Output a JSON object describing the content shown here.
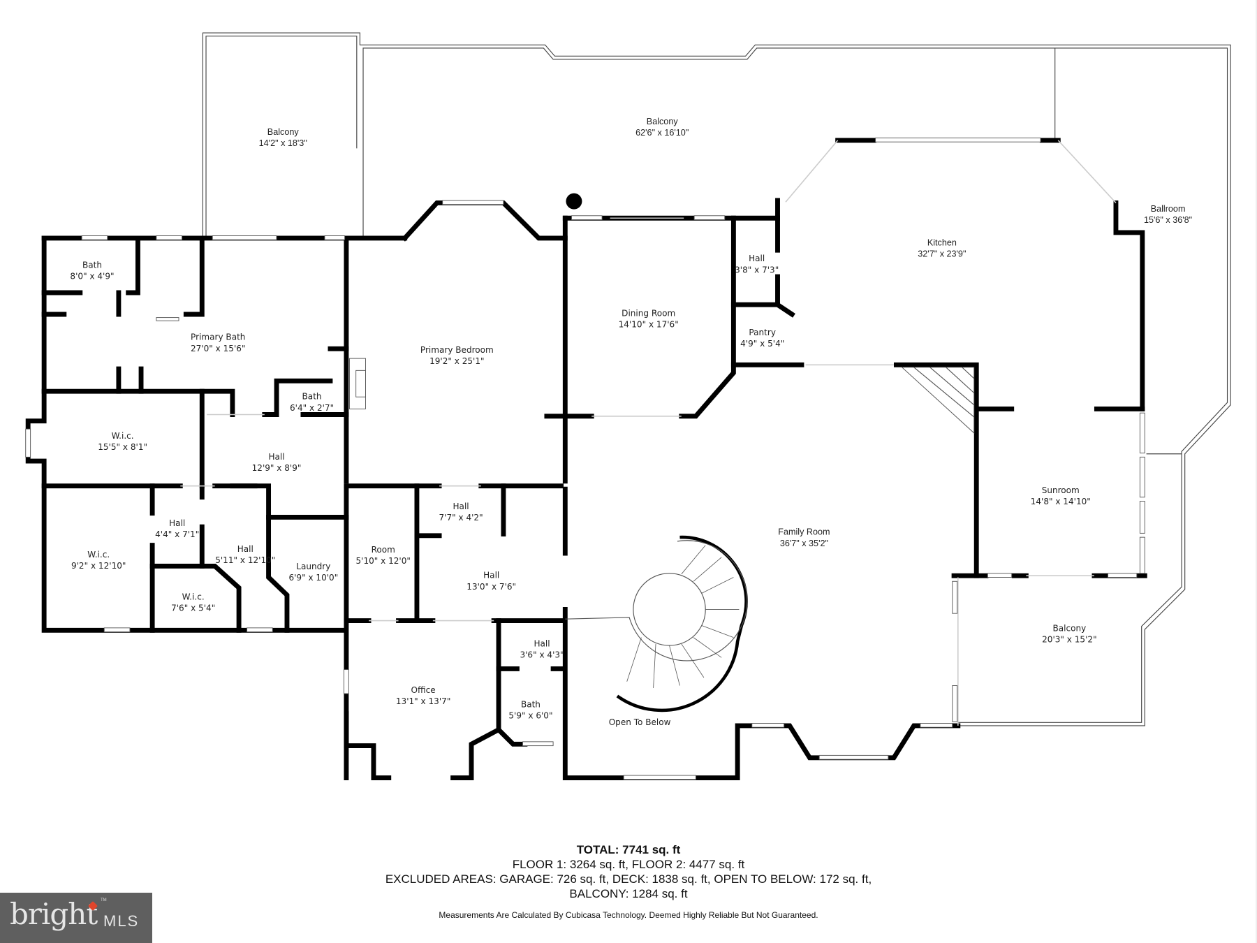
{
  "rooms": {
    "balcony_nw": {
      "name": "Balcony",
      "dim": "14'2\" x 18'3\""
    },
    "balcony_n": {
      "name": "Balcony",
      "dim": "62'6\" x 16'10\""
    },
    "ballroom": {
      "name": "Ballroom",
      "dim": "15'6\" x 36'8\""
    },
    "bath_nw": {
      "name": "Bath",
      "dim": "8'0\" x 4'9\""
    },
    "primary_bath": {
      "name": "Primary Bath",
      "dim": "27'0\" x 15'6\""
    },
    "bath_small": {
      "name": "Bath",
      "dim": "6'4\" x 2'7\""
    },
    "primary_bedroom": {
      "name": "Primary Bedroom",
      "dim": "19'2\" x 25'1\""
    },
    "dining_room": {
      "name": "Dining Room",
      "dim": "14'10\" x 17'6\""
    },
    "hall_kitchen": {
      "name": "Hall",
      "dim": "3'8\" x 7'3\""
    },
    "pantry": {
      "name": "Pantry",
      "dim": "4'9\" x 5'4\""
    },
    "kitchen": {
      "name": "Kitchen",
      "dim": "32'7\" x 23'9\""
    },
    "wic_large": {
      "name": "W.i.c.",
      "dim": "15'5\" x 8'1\""
    },
    "hall_center": {
      "name": "Hall",
      "dim": "12'9\" x 8'9\""
    },
    "wic_left": {
      "name": "W.i.c.",
      "dim": "9'2\" x 12'10\""
    },
    "hall_small": {
      "name": "Hall",
      "dim": "4'4\" x 7'1\""
    },
    "hall_long": {
      "name": "Hall",
      "dim": "5'11\" x 12'10\""
    },
    "wic_small": {
      "name": "W.i.c.",
      "dim": "7'6\" x 5'4\""
    },
    "laundry": {
      "name": "Laundry",
      "dim": "6'9\" x 10'0\""
    },
    "room": {
      "name": "Room",
      "dim": "5'10\" x 12'0\""
    },
    "hall_upper": {
      "name": "Hall",
      "dim": "7'7\" x 4'2\""
    },
    "hall_lower": {
      "name": "Hall",
      "dim": "13'0\" x 7'6\""
    },
    "hall_bath": {
      "name": "Hall",
      "dim": "3'6\" x 4'3\""
    },
    "office": {
      "name": "Office",
      "dim": "13'1\" x 13'7\""
    },
    "bath_office": {
      "name": "Bath",
      "dim": "5'9\" x 6'0\""
    },
    "open_to_below": {
      "name": "Open To Below",
      "dim": ""
    },
    "family_room": {
      "name": "Family Room",
      "dim": "36'7\" x 35'2\""
    },
    "sunroom": {
      "name": "Sunroom",
      "dim": "14'8\" x 14'10\""
    },
    "balcony_se": {
      "name": "Balcony",
      "dim": "20'3\" x 15'2\""
    }
  },
  "summary": {
    "total": "TOTAL: 7741 sq. ft",
    "floors": "FLOOR 1: 3264 sq. ft, FLOOR 2: 4477 sq. ft",
    "excluded": "EXCLUDED AREAS: GARAGE: 726 sq. ft, DECK: 1838 sq. ft, OPEN TO BELOW: 172 sq. ft,",
    "balcony": "BALCONY: 1284 sq. ft"
  },
  "disclaimer": "Measurements Are Calculated By Cubicasa Technology. Deemed Highly Reliable But Not Guaranteed.",
  "logo": {
    "word": "bright",
    "suffix": "MLS",
    "tm": "TM",
    "accent": "#e0452b",
    "bg": "#5f5f5f"
  }
}
